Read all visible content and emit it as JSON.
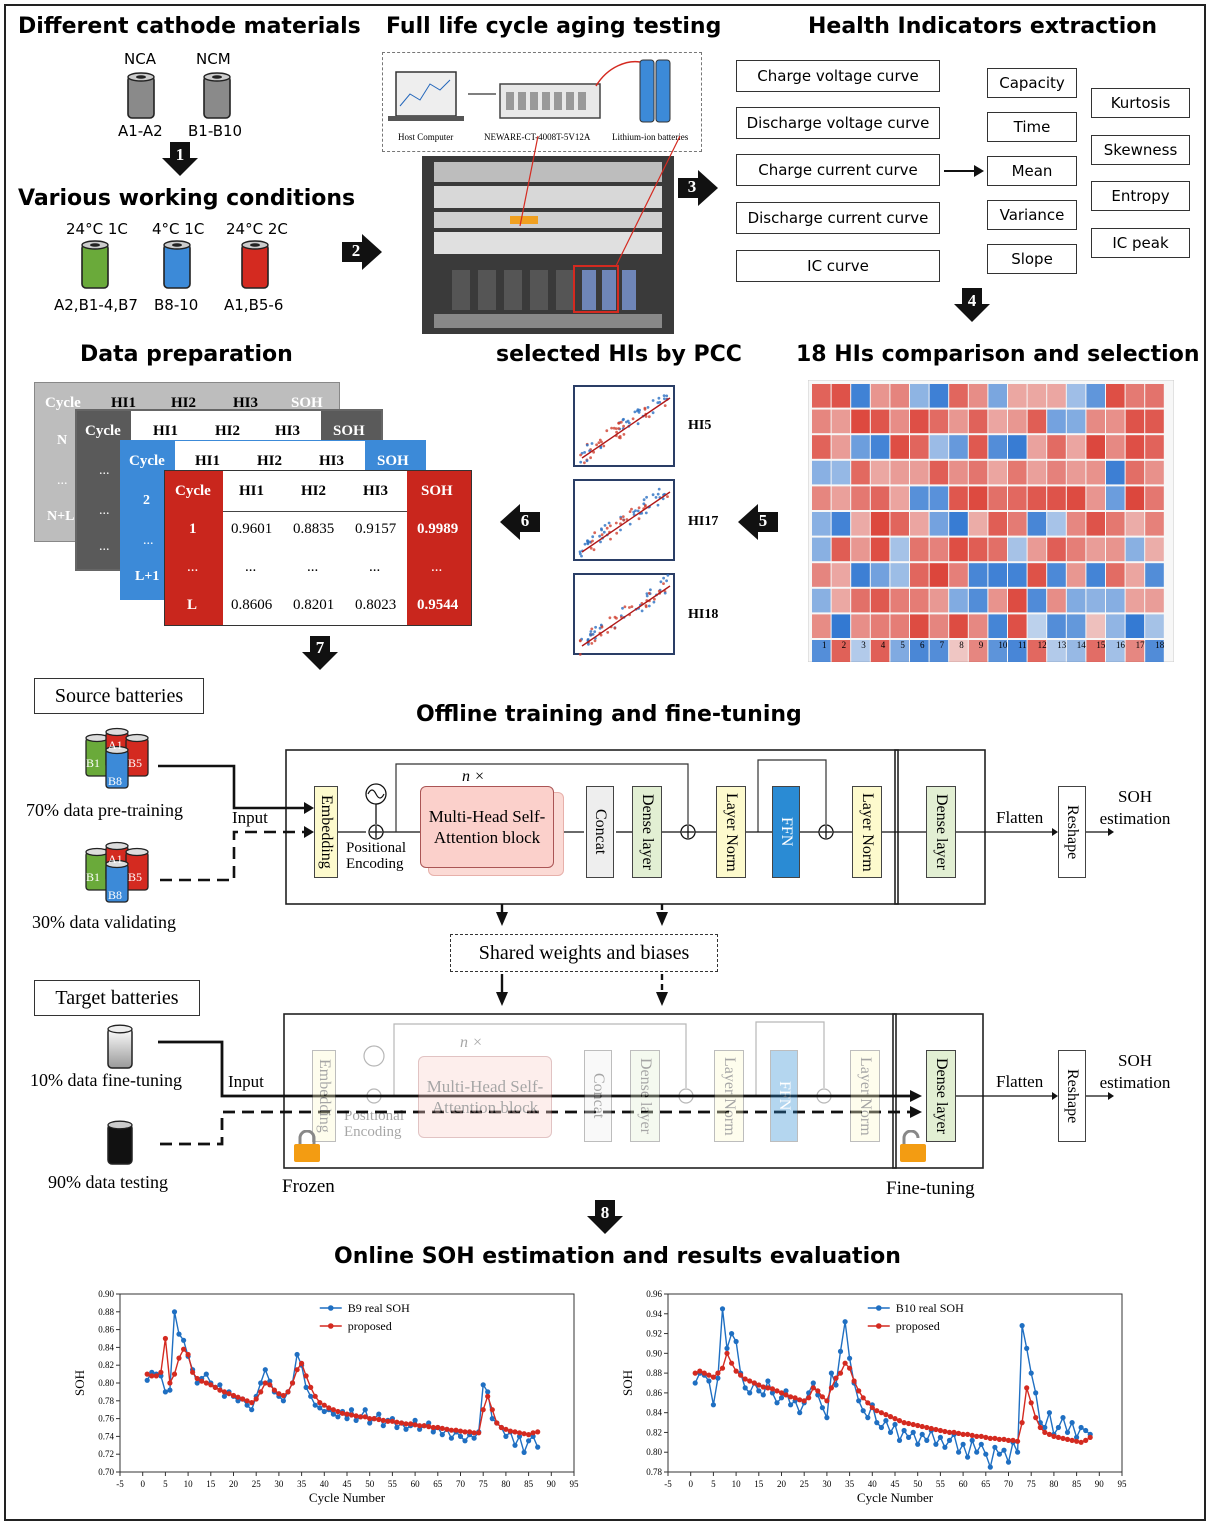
{
  "titles": {
    "cathode": "Different cathode materials",
    "aging": "Full life cycle aging testing",
    "hi_extract": "Health Indicators extraction",
    "conditions": "Various working conditions",
    "data_prep": "Data preparation",
    "selected": "selected HIs by PCC",
    "comparison": "18 HIs comparison and selection",
    "offline": "Offline training and fine-tuning",
    "online": "Online SOH estimation and results evaluation"
  },
  "cathode": {
    "nca": "NCA",
    "ncm": "NCM",
    "nca_cells": "A1-A2",
    "ncm_cells": "B1-B10"
  },
  "conditions": [
    {
      "label": "24°C 1C",
      "cells": "A2,B1-4,B7",
      "color": "#6aaa3a"
    },
    {
      "label": "4°C 1C",
      "cells": "B8-10",
      "color": "#3c8ad8"
    },
    {
      "label": "24°C 2C",
      "cells": "A1,B5-6",
      "color": "#d42a20"
    }
  ],
  "equipment": {
    "host": "Host Computer",
    "neware": "NEWARE-CT-4008T-5V12A",
    "batteries": "Lithium-ion batteries"
  },
  "curves": [
    "Charge voltage curve",
    "Discharge voltage curve",
    "Charge current curve",
    "Discharge current curve",
    "IC curve"
  ],
  "features_a": [
    "Capacity",
    "Time",
    "Mean",
    "Variance",
    "Slope"
  ],
  "features_b": [
    "Kurtosis",
    "Skewness",
    "Entropy",
    "IC peak"
  ],
  "steps": [
    "1",
    "2",
    "3",
    "4",
    "5",
    "6",
    "7",
    "8"
  ],
  "data_table": {
    "headers": [
      "Cycle",
      "HI1",
      "HI2",
      "HI3",
      "SOH"
    ],
    "rows": [
      [
        "1",
        "0.9601",
        "0.8835",
        "0.9157",
        "0.9989"
      ],
      [
        "...",
        "...",
        "...",
        "...",
        "..."
      ],
      [
        "L",
        "0.8606",
        "0.8201",
        "0.8023",
        "0.9544"
      ]
    ],
    "back_first": [
      "N",
      "...",
      "2"
    ],
    "back_mid": [
      "...",
      "...",
      "..."
    ],
    "back_last": [
      "N+L",
      "...",
      "L+1"
    ]
  },
  "selected_his": [
    "HI5",
    "HI17",
    "HI18"
  ],
  "heatmap_axis": [
    "1",
    "2",
    "3",
    "4",
    "5",
    "6",
    "7",
    "8",
    "9",
    "10",
    "11",
    "12",
    "13",
    "14",
    "15",
    "16",
    "17",
    "18"
  ],
  "model": {
    "source_label": "Source batteries",
    "target_label": "Target batteries",
    "pretrain": "70% data pre-training",
    "validating": "30% data validating",
    "finetune_data": "10% data fine-tuning",
    "testing": "90% data testing",
    "input": "Input",
    "positional": "Positional Encoding",
    "nx": "n ×",
    "mha": "Multi-Head Self-Attention block",
    "blocks": [
      "Embedding",
      "Concat",
      "Dense layer",
      "Layer Norm",
      "FFN",
      "Layer Norm",
      "Dense layer"
    ],
    "flatten": "Flatten",
    "reshape": "Reshape",
    "soh_est": "SOH estimation",
    "shared": "Shared weights and biases",
    "frozen": "Frozen",
    "finetuning": "Fine-tuning",
    "cell_labels": [
      "A1",
      "B1",
      "B5",
      "B8"
    ]
  },
  "chart_data": [
    {
      "type": "line",
      "xlabel": "Cycle Number",
      "ylabel": "SOH",
      "xlim": [
        -5,
        95
      ],
      "ylim": [
        0.7,
        0.9
      ],
      "xticks": [
        -5,
        0,
        5,
        10,
        15,
        20,
        25,
        30,
        35,
        40,
        45,
        50,
        55,
        60,
        65,
        70,
        75,
        80,
        85,
        90,
        95
      ],
      "yticks": [
        "0.70",
        "0.72",
        "0.74",
        "0.76",
        "0.78",
        "0.80",
        "0.82",
        "0.84",
        "0.86",
        "0.88",
        "0.90"
      ],
      "legend": "top-center",
      "x": [
        1,
        2,
        3,
        4,
        5,
        6,
        7,
        8,
        9,
        10,
        11,
        12,
        13,
        14,
        15,
        16,
        17,
        18,
        19,
        20,
        21,
        22,
        23,
        24,
        25,
        26,
        27,
        28,
        29,
        30,
        31,
        32,
        33,
        34,
        35,
        36,
        37,
        38,
        39,
        40,
        41,
        42,
        43,
        44,
        45,
        46,
        47,
        48,
        49,
        50,
        51,
        52,
        53,
        54,
        55,
        56,
        57,
        58,
        59,
        60,
        61,
        62,
        63,
        64,
        65,
        66,
        67,
        68,
        69,
        70,
        71,
        72,
        73,
        74,
        75,
        76,
        77,
        78,
        79,
        80,
        81,
        82,
        83,
        84,
        85,
        86,
        87
      ],
      "series": [
        {
          "name": "B9 real SOH",
          "color": "#1f6fc2",
          "values": [
            0.803,
            0.812,
            0.81,
            0.808,
            0.79,
            0.792,
            0.88,
            0.855,
            0.848,
            0.83,
            0.815,
            0.8,
            0.805,
            0.81,
            0.8,
            0.795,
            0.798,
            0.785,
            0.79,
            0.785,
            0.78,
            0.782,
            0.775,
            0.77,
            0.785,
            0.8,
            0.815,
            0.802,
            0.79,
            0.785,
            0.78,
            0.79,
            0.8,
            0.832,
            0.82,
            0.795,
            0.785,
            0.775,
            0.772,
            0.768,
            0.77,
            0.765,
            0.762,
            0.768,
            0.76,
            0.77,
            0.758,
            0.762,
            0.77,
            0.755,
            0.76,
            0.765,
            0.752,
            0.758,
            0.76,
            0.75,
            0.755,
            0.748,
            0.752,
            0.758,
            0.748,
            0.752,
            0.755,
            0.745,
            0.75,
            0.742,
            0.748,
            0.738,
            0.745,
            0.74,
            0.735,
            0.742,
            0.738,
            0.745,
            0.798,
            0.79,
            0.76,
            0.755,
            0.75,
            0.74,
            0.745,
            0.73,
            0.74,
            0.722,
            0.735,
            0.74,
            0.728
          ]
        },
        {
          "name": "proposed",
          "color": "#d42a20",
          "values": [
            0.81,
            0.808,
            0.808,
            0.812,
            0.85,
            0.8,
            0.81,
            0.828,
            0.838,
            0.832,
            0.812,
            0.805,
            0.802,
            0.8,
            0.798,
            0.795,
            0.792,
            0.79,
            0.788,
            0.786,
            0.784,
            0.782,
            0.78,
            0.778,
            0.782,
            0.79,
            0.8,
            0.798,
            0.792,
            0.788,
            0.786,
            0.79,
            0.8,
            0.815,
            0.822,
            0.808,
            0.795,
            0.785,
            0.778,
            0.775,
            0.772,
            0.77,
            0.768,
            0.766,
            0.765,
            0.764,
            0.763,
            0.762,
            0.762,
            0.76,
            0.76,
            0.759,
            0.758,
            0.757,
            0.757,
            0.756,
            0.755,
            0.754,
            0.754,
            0.753,
            0.752,
            0.752,
            0.751,
            0.75,
            0.75,
            0.749,
            0.748,
            0.747,
            0.747,
            0.746,
            0.745,
            0.745,
            0.744,
            0.744,
            0.77,
            0.785,
            0.77,
            0.755,
            0.75,
            0.748,
            0.746,
            0.745,
            0.744,
            0.743,
            0.742,
            0.744,
            0.745
          ]
        }
      ]
    },
    {
      "type": "line",
      "xlabel": "Cycle Number",
      "ylabel": "SOH",
      "xlim": [
        -5,
        95
      ],
      "ylim": [
        0.78,
        0.96
      ],
      "xticks": [
        -5,
        0,
        5,
        10,
        15,
        20,
        25,
        30,
        35,
        40,
        45,
        50,
        55,
        60,
        65,
        70,
        75,
        80,
        85,
        90,
        95
      ],
      "yticks": [
        "0.78",
        "0.80",
        "0.82",
        "0.84",
        "0.86",
        "0.88",
        "0.90",
        "0.92",
        "0.94",
        "0.96"
      ],
      "legend": "top-center",
      "x": [
        1,
        2,
        3,
        4,
        5,
        6,
        7,
        8,
        9,
        10,
        11,
        12,
        13,
        14,
        15,
        16,
        17,
        18,
        19,
        20,
        21,
        22,
        23,
        24,
        25,
        26,
        27,
        28,
        29,
        30,
        31,
        32,
        33,
        34,
        35,
        36,
        37,
        38,
        39,
        40,
        41,
        42,
        43,
        44,
        45,
        46,
        47,
        48,
        49,
        50,
        51,
        52,
        53,
        54,
        55,
        56,
        57,
        58,
        59,
        60,
        61,
        62,
        63,
        64,
        65,
        66,
        67,
        68,
        69,
        70,
        71,
        72,
        73,
        74,
        75,
        76,
        77,
        78,
        79,
        80,
        81,
        82,
        83,
        84,
        85,
        86,
        87,
        88
      ],
      "series": [
        {
          "name": "B10 real SOH",
          "color": "#1f6fc2",
          "values": [
            0.87,
            0.88,
            0.878,
            0.872,
            0.848,
            0.875,
            0.945,
            0.905,
            0.92,
            0.912,
            0.88,
            0.865,
            0.86,
            0.87,
            0.862,
            0.858,
            0.872,
            0.86,
            0.85,
            0.855,
            0.862,
            0.848,
            0.852,
            0.84,
            0.85,
            0.86,
            0.87,
            0.858,
            0.845,
            0.835,
            0.88,
            0.868,
            0.902,
            0.932,
            0.895,
            0.87,
            0.852,
            0.842,
            0.835,
            0.848,
            0.83,
            0.825,
            0.832,
            0.82,
            0.828,
            0.812,
            0.822,
            0.815,
            0.82,
            0.808,
            0.818,
            0.812,
            0.822,
            0.808,
            0.815,
            0.805,
            0.812,
            0.818,
            0.8,
            0.808,
            0.795,
            0.812,
            0.8,
            0.808,
            0.798,
            0.785,
            0.805,
            0.798,
            0.802,
            0.79,
            0.81,
            0.8,
            0.928,
            0.905,
            0.88,
            0.86,
            0.83,
            0.825,
            0.84,
            0.818,
            0.825,
            0.835,
            0.82,
            0.83,
            0.815,
            0.825,
            0.822,
            0.818
          ]
        },
        {
          "name": "proposed",
          "color": "#d42a20",
          "values": [
            0.88,
            0.882,
            0.88,
            0.878,
            0.876,
            0.88,
            0.885,
            0.9,
            0.89,
            0.882,
            0.878,
            0.874,
            0.872,
            0.87,
            0.868,
            0.866,
            0.865,
            0.864,
            0.862,
            0.86,
            0.858,
            0.856,
            0.855,
            0.853,
            0.852,
            0.855,
            0.865,
            0.862,
            0.856,
            0.852,
            0.865,
            0.875,
            0.88,
            0.89,
            0.885,
            0.872,
            0.862,
            0.855,
            0.85,
            0.845,
            0.842,
            0.84,
            0.838,
            0.836,
            0.834,
            0.832,
            0.83,
            0.829,
            0.828,
            0.827,
            0.826,
            0.825,
            0.824,
            0.823,
            0.822,
            0.821,
            0.82,
            0.82,
            0.819,
            0.818,
            0.818,
            0.817,
            0.816,
            0.816,
            0.815,
            0.814,
            0.814,
            0.813,
            0.813,
            0.812,
            0.812,
            0.811,
            0.83,
            0.865,
            0.85,
            0.835,
            0.825,
            0.82,
            0.818,
            0.816,
            0.815,
            0.814,
            0.813,
            0.812,
            0.811,
            0.81,
            0.812,
            0.815
          ]
        }
      ]
    }
  ]
}
